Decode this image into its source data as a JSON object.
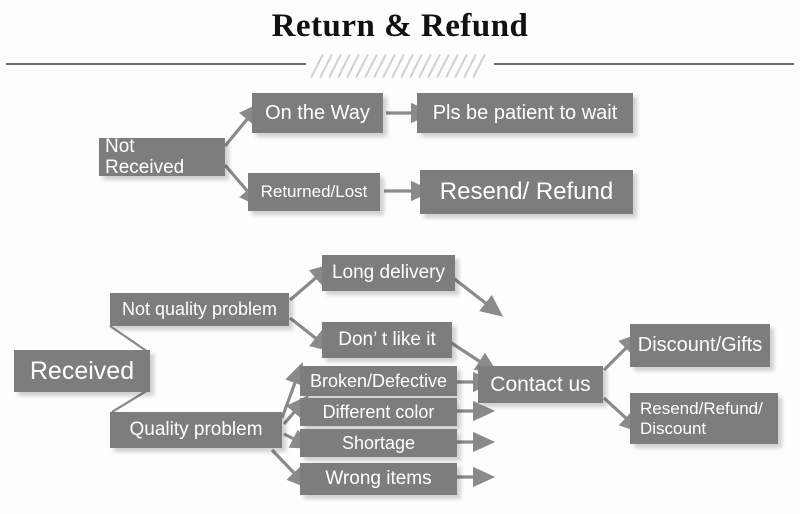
{
  "header": {
    "title": "Return & Refund",
    "divider_icon": "diagonal-hatch-divider"
  },
  "diagram": {
    "type": "flowchart",
    "branches": [
      {
        "id": "not-received",
        "root": "Not Received",
        "paths": [
          {
            "condition": "On the Way",
            "outcome": "Pls be patient to wait"
          },
          {
            "condition": "Returned/Lost",
            "outcome": "Resend/ Refund"
          }
        ]
      },
      {
        "id": "received",
        "root": "Received",
        "categories": [
          {
            "label": "Not quality problem",
            "reasons": [
              "Long delivery",
              "Don’  t like it"
            ]
          },
          {
            "label": "Quality problem",
            "reasons": [
              "Broken/Defective",
              "Different color",
              "Shortage",
              "Wrong items"
            ]
          }
        ],
        "action": "Contact us",
        "outcomes": [
          "Discount/Gifts",
          "Resend/Refund/\nDiscount"
        ]
      }
    ]
  },
  "nodes": {
    "not_received": "Not Received",
    "on_the_way": "On the Way",
    "pls_wait": "Pls be patient to wait",
    "returned_lost": "Returned/Lost",
    "resend_refund": "Resend/ Refund",
    "received": "Received",
    "not_quality_problem": "Not quality problem",
    "quality_problem": "Quality problem",
    "long_delivery": "Long delivery",
    "dont_like_it": "Don’  t like it",
    "broken_defective": "Broken/Defective",
    "different_color": "Different color",
    "shortage": "Shortage",
    "wrong_items": "Wrong items",
    "contact_us": "Contact us",
    "discount_gifts": "Discount/Gifts",
    "resend_refund_discount": "Resend/Refund/\nDiscount"
  },
  "colors": {
    "box_fill": "#7d7d7d",
    "box_text": "#ffffff",
    "connector": "#8a8a8a",
    "rule": "#6a6a6a",
    "hatch": "#cfcfcf",
    "background": "#fdfdfd",
    "title_text": "#111111"
  }
}
